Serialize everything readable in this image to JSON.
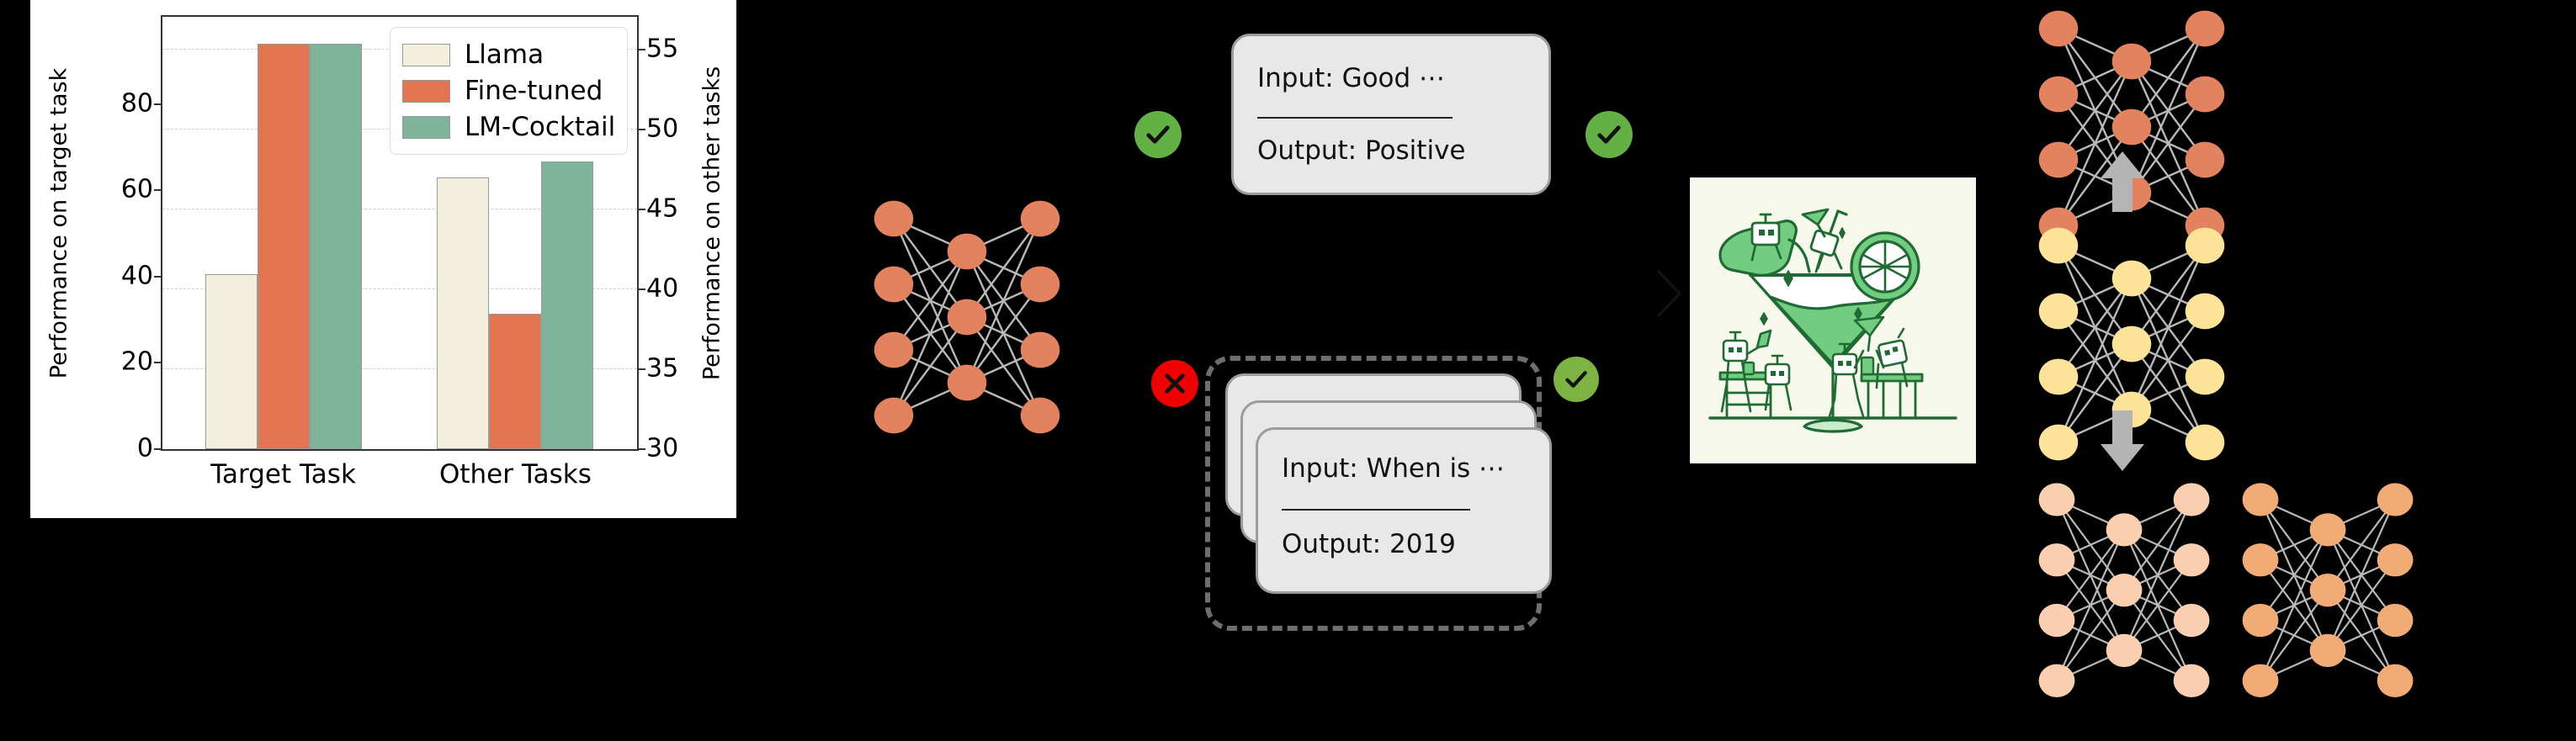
{
  "chart_data": {
    "type": "bar",
    "title": "",
    "xlabel": "",
    "ylabel": "Performance on target task",
    "ylabel_right": "Performance on other tasks",
    "categories": [
      "Target Task",
      "Other Tasks"
    ],
    "series": [
      {
        "name": "Llama",
        "color": "#f2efdc",
        "values": [
          40.5,
          47.0
        ]
      },
      {
        "name": "Fine-tuned",
        "color": "#e2744f",
        "values": [
          94.0,
          38.5
        ]
      },
      {
        "name": "LM-Cocktail",
        "color": "#7eb49a",
        "values": [
          94.0,
          48.0
        ]
      }
    ],
    "notes": "Target Task group read on left axis (0-100); Other Tasks group read on right axis (30-57).",
    "ylim": [
      0,
      100
    ],
    "ylim_right": [
      30,
      57
    ],
    "yticks": [
      "0",
      "20",
      "40",
      "60",
      "80"
    ],
    "yticks_right": [
      "30",
      "35",
      "40",
      "45",
      "50",
      "55"
    ],
    "grid": true,
    "legend_position": "upper center",
    "legend_entries": [
      "Llama",
      "Fine-tuned",
      "LM-Cocktail"
    ]
  },
  "diagram": {
    "network_source": {
      "name": "source-model-network",
      "color": "#e2825f"
    },
    "example_card_top": {
      "input_line": "Input: Good ⋯",
      "output_line": "Output: Positive"
    },
    "example_card_stack": {
      "input_line": "Input: When is ⋯",
      "output_line": "Output: 2019"
    },
    "badges": {
      "top_left": {
        "name": "check-badge",
        "symbol": "check",
        "color": "#63b045"
      },
      "top_right": {
        "name": "check-badge",
        "symbol": "check",
        "color": "#63b045"
      },
      "bottom_left": {
        "name": "cross-badge",
        "symbol": "cross",
        "color": "#f00000"
      },
      "bottom_right": {
        "name": "check-badge",
        "symbol": "check",
        "color": "#7cb342"
      }
    },
    "cocktail_illustration": {
      "name": "lm-cocktail-illustration",
      "alt": "Green line-art martini glass being filled by robots",
      "bg": "#f7f8ec",
      "ink": "#1f6b33",
      "fill": "#73cd80"
    },
    "networks": {
      "top": {
        "name": "fine-tuned-model-network",
        "color": "#e2825f"
      },
      "middle": {
        "name": "base-model-network",
        "color": "#fce398"
      },
      "bottom_left": {
        "name": "merged-model-network-a",
        "color": "#f9cfb0"
      },
      "bottom_right": {
        "name": "merged-model-network-b",
        "color": "#f2ab74"
      }
    },
    "arrows": {
      "up": {
        "name": "arrow-up",
        "color": "#b4b4b4"
      },
      "down": {
        "name": "arrow-down",
        "color": "#b4b4b4"
      },
      "chevron": {
        "name": "chevron-right-icon",
        "color": "#111111"
      }
    }
  }
}
